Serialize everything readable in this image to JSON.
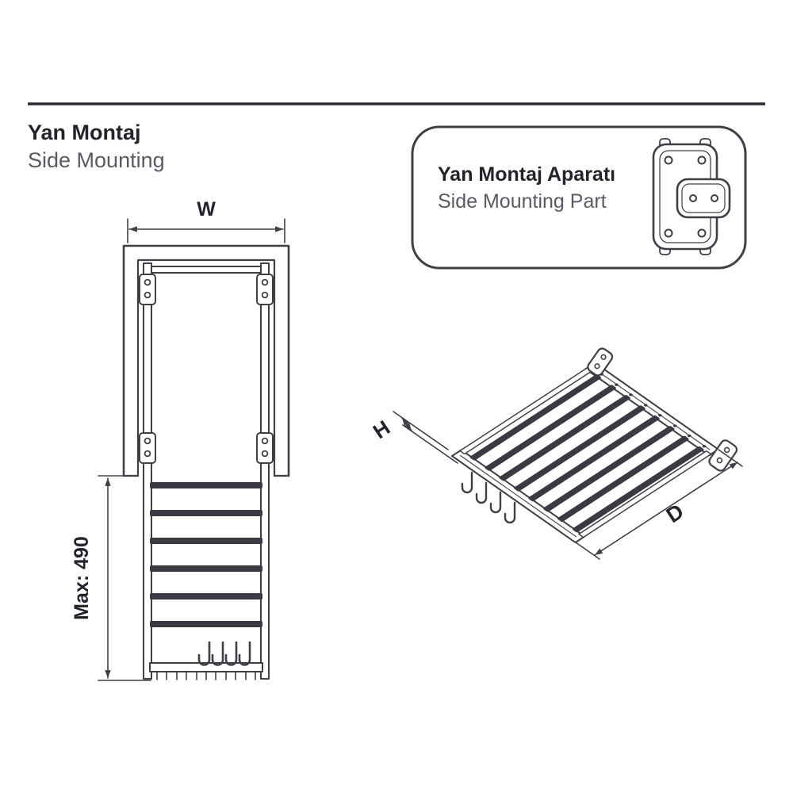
{
  "header": {
    "title_tr": "Yan Montaj",
    "title_en": "Side Mounting"
  },
  "callout": {
    "title_tr": "Yan Montaj Aparatı",
    "title_en": "Side Mounting Part"
  },
  "front_view": {
    "width_label": "W",
    "max_extension_label": "Max: 490",
    "hanger_bar_count": 6,
    "hook_count": 4
  },
  "iso_view": {
    "height_label": "H",
    "depth_label": "D",
    "hanger_bar_count": 8,
    "hook_count": 4
  },
  "colors": {
    "line": "#3f3f46",
    "bar_fill": "#3a3a42",
    "text_primary": "#232329",
    "text_secondary": "#5a5a62",
    "background": "#ffffff"
  }
}
